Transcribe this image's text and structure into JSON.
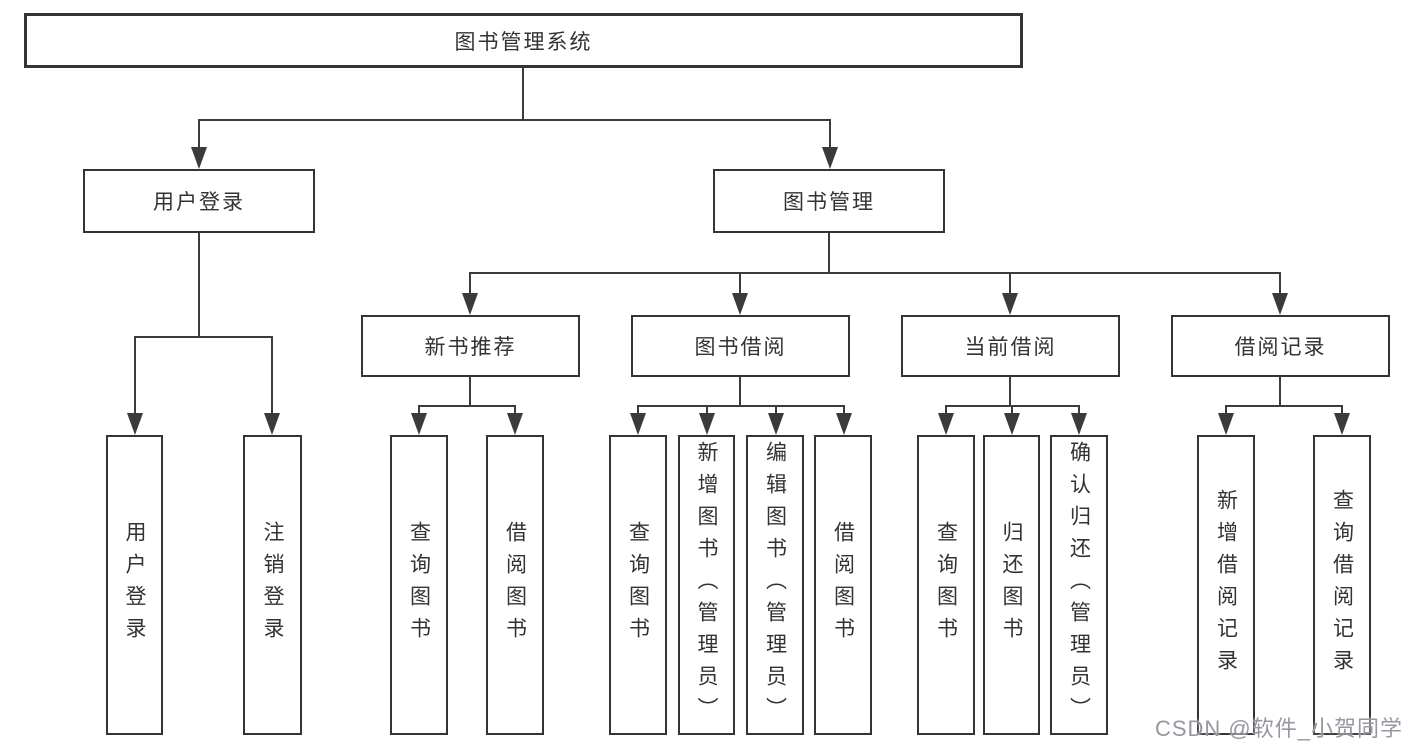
{
  "tree": {
    "label": "图书管理系统",
    "children": [
      {
        "label": "用户登录",
        "children": [
          {
            "label": "用户登录"
          },
          {
            "label": "注销登录"
          }
        ]
      },
      {
        "label": "图书管理",
        "children": [
          {
            "label": "新书推荐",
            "children": [
              {
                "label": "查询图书"
              },
              {
                "label": "借阅图书"
              }
            ]
          },
          {
            "label": "图书借阅",
            "children": [
              {
                "label": "查询图书"
              },
              {
                "label": "新增图书（管理员）"
              },
              {
                "label": "编辑图书（管理员）"
              },
              {
                "label": "借阅图书"
              }
            ]
          },
          {
            "label": "当前借阅",
            "children": [
              {
                "label": "查询图书"
              },
              {
                "label": "归还图书"
              },
              {
                "label": "确认归还（管理员）"
              }
            ]
          },
          {
            "label": "借阅记录",
            "children": [
              {
                "label": "新增借阅记录"
              },
              {
                "label": "查询借阅记录"
              }
            ]
          }
        ]
      }
    ]
  },
  "watermark": "CSDN @软件_小贺同学",
  "colors": {
    "line": "#3b3b3b",
    "box_border": "#343434",
    "text": "#333333",
    "background": "#ffffff",
    "watermark": "#97979f"
  }
}
